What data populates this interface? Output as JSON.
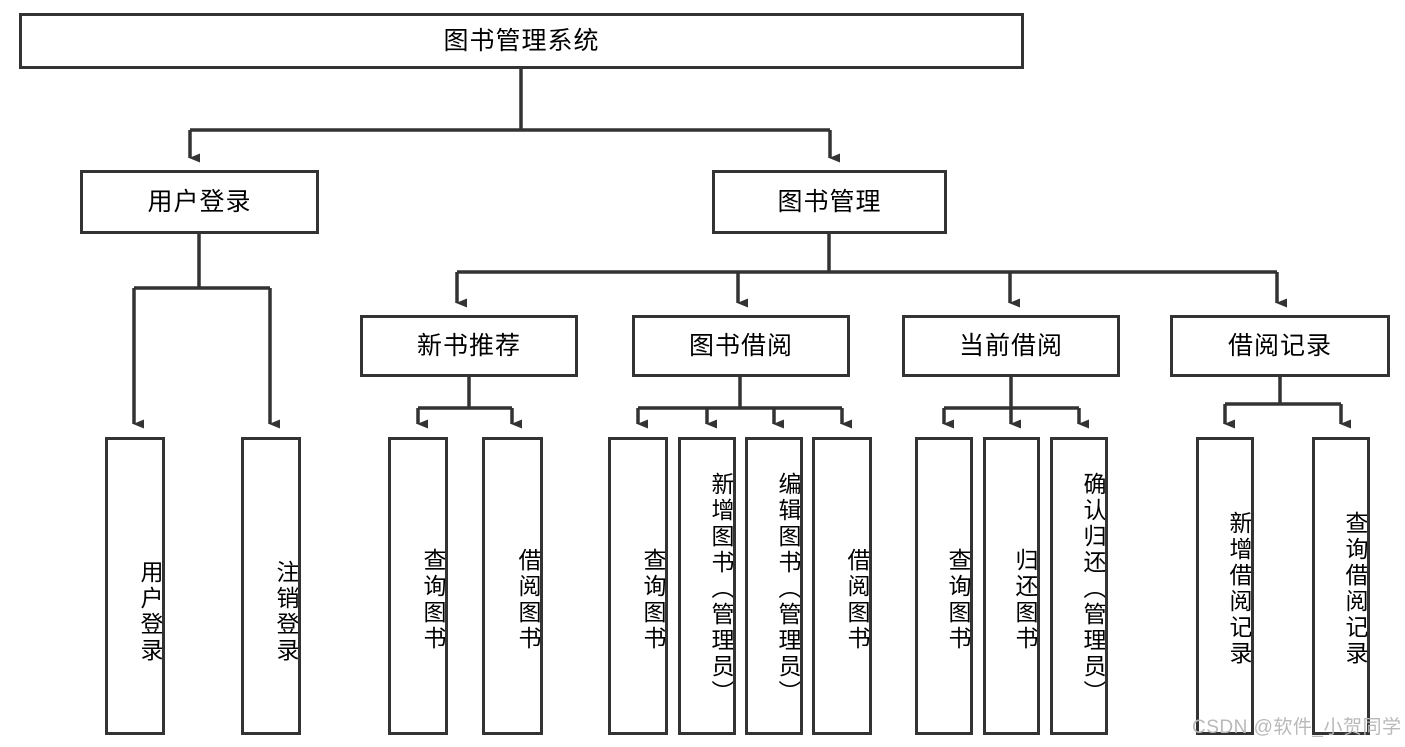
{
  "diagram": {
    "type": "tree",
    "title": "图书管理系统",
    "root": {
      "label": "图书管理系统"
    },
    "level2": [
      {
        "label": "用户登录"
      },
      {
        "label": "图书管理"
      }
    ],
    "level3": [
      {
        "label": "新书推荐"
      },
      {
        "label": "图书借阅"
      },
      {
        "label": "当前借阅"
      },
      {
        "label": "借阅记录"
      }
    ],
    "leaves_user_login": [
      {
        "label": "用户登录"
      },
      {
        "label": "注销登录"
      }
    ],
    "leaves_new_book": [
      {
        "label": "查询图书"
      },
      {
        "label": "借阅图书"
      }
    ],
    "leaves_borrow": [
      {
        "label": "查询图书"
      },
      {
        "label": "新增图书（管理员）"
      },
      {
        "label": "编辑图书（管理员）"
      },
      {
        "label": "借阅图书"
      }
    ],
    "leaves_current": [
      {
        "label": "查询图书"
      },
      {
        "label": "归还图书"
      },
      {
        "label": "确认归还（管理员）"
      }
    ],
    "leaves_records": [
      {
        "label": "新增借阅记录"
      },
      {
        "label": "查询借阅记录"
      }
    ]
  },
  "colors": {
    "box_border": "#333333",
    "box_fill": "#ffffff",
    "connector": "#333333",
    "text": "#000000",
    "watermark": "#b9b9b9",
    "background": "#ffffff"
  },
  "watermark": {
    "text": "CSDN @软件_小贺同学"
  }
}
